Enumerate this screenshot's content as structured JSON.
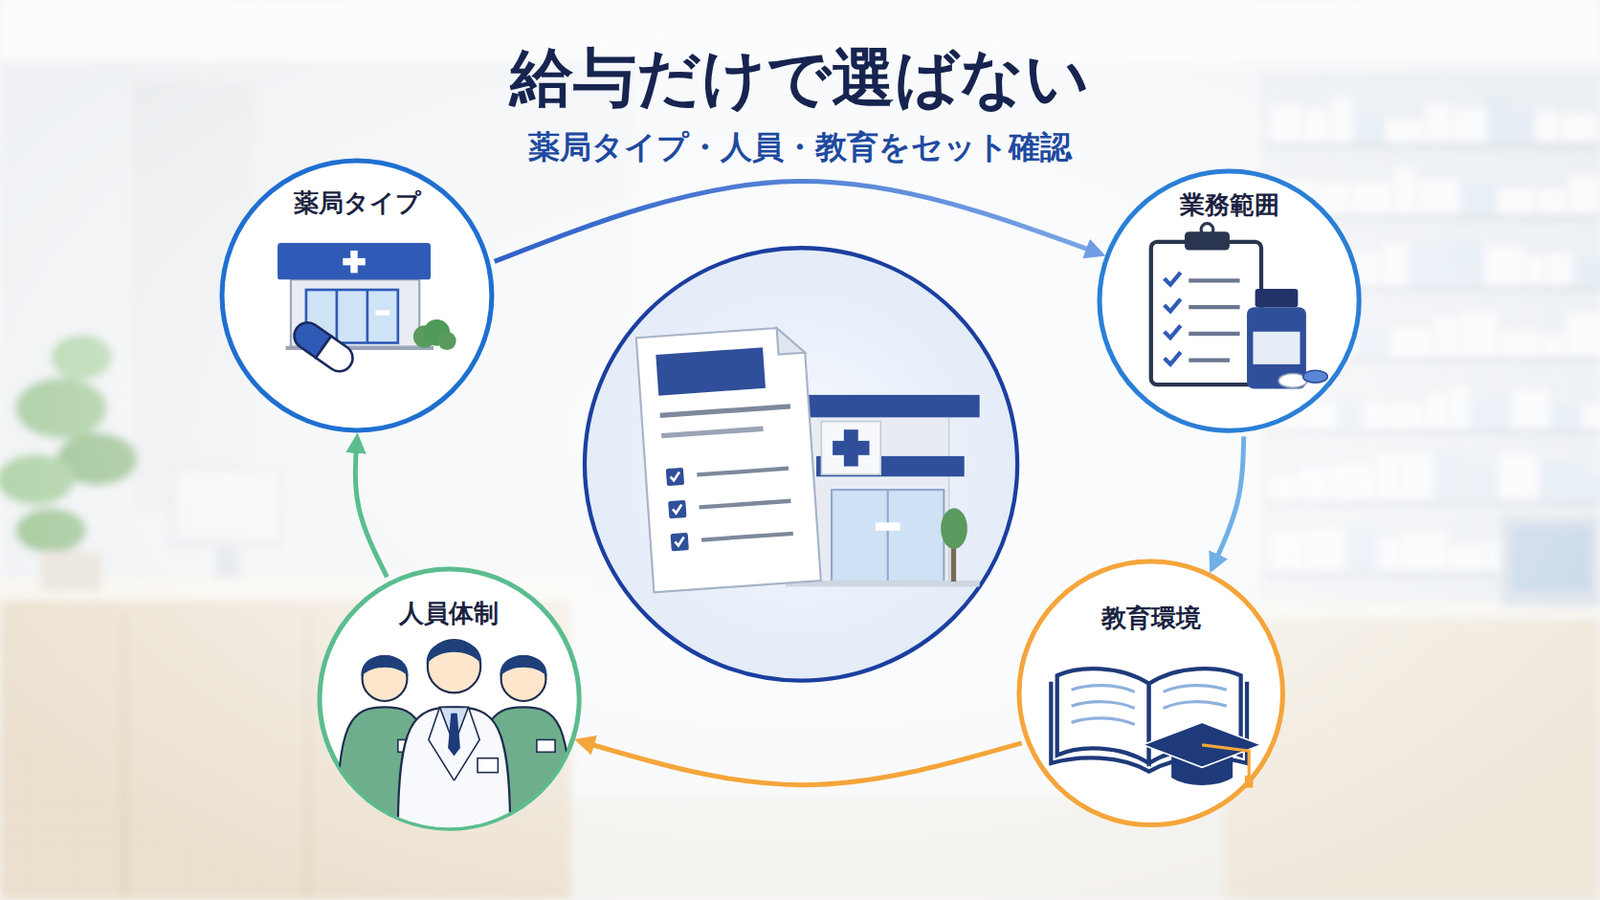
{
  "diagram": {
    "title": "給与だけで選ばない",
    "nodes": [
      {
        "text": [
          "薬局タイプ"
        ]
      },
      {
        "text": [
          "業務範囲"
        ]
      },
      {
        "text": [
          "人員体制"
        ]
      },
      {
        "text": [
          "教育環境"
        ]
      }
    ],
    "edges": [
      {
        "from": 0,
        "to": 1,
        "arrow": "to"
      },
      {
        "from": 1,
        "to": 3,
        "arrow": "to"
      },
      {
        "from": 3,
        "to": 2,
        "arrow": "to"
      },
      {
        "from": 2,
        "to": 0,
        "arrow": "to"
      }
    ],
    "labels": [
      "薬局タイプ・人員・教育をセット確認"
    ]
  }
}
